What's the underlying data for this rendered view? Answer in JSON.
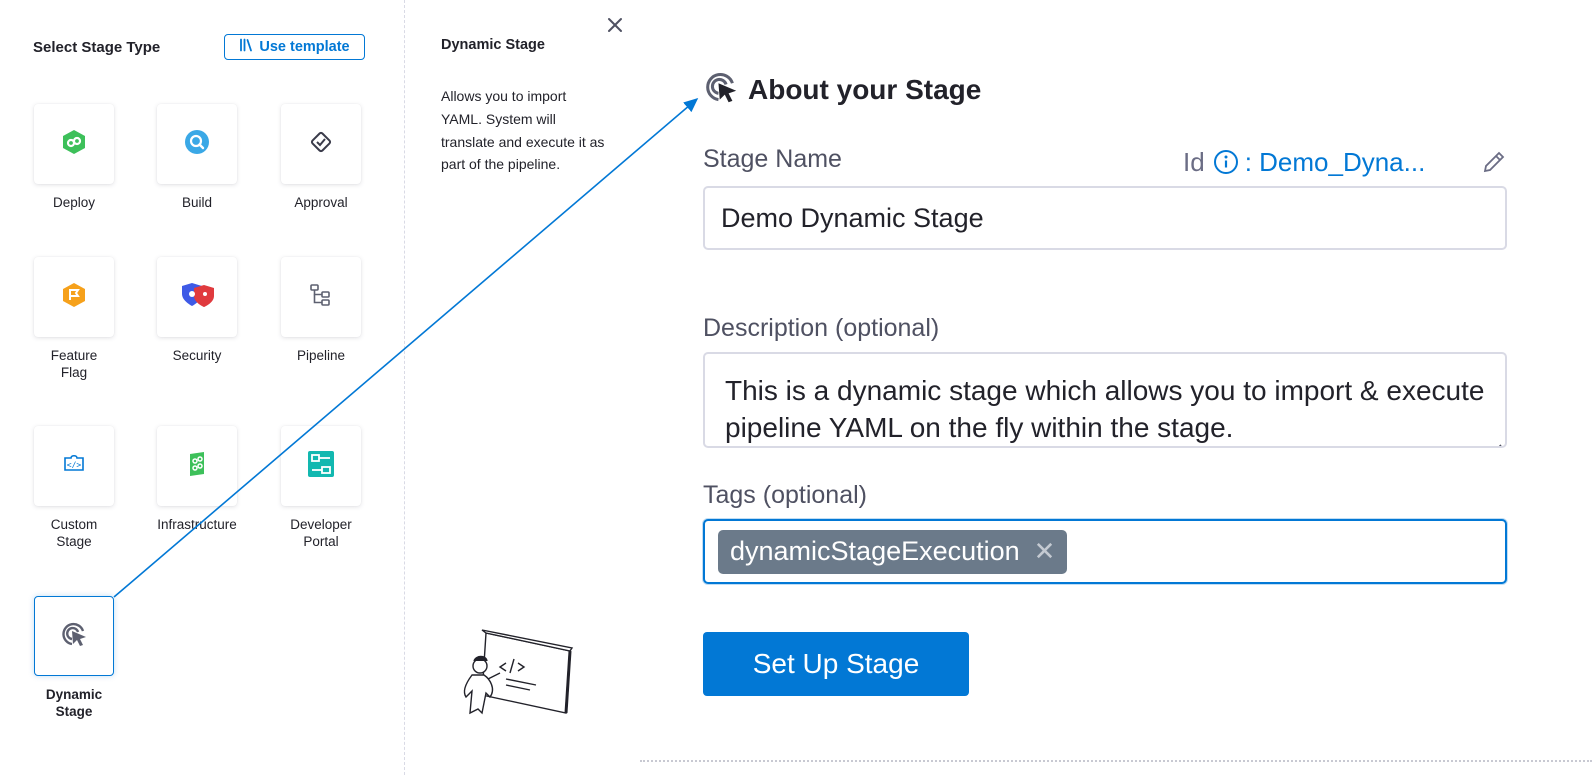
{
  "left_panel": {
    "title": "Select Stage Type",
    "use_template_label": "Use template",
    "stage_types": [
      {
        "label": "Deploy",
        "icon": "deploy-icon"
      },
      {
        "label": "Build",
        "icon": "build-icon"
      },
      {
        "label": "Approval",
        "icon": "approval-icon"
      },
      {
        "label": "Feature\nFlag",
        "icon": "feature-flag-icon"
      },
      {
        "label": "Security",
        "icon": "security-icon"
      },
      {
        "label": "Pipeline",
        "icon": "pipeline-icon"
      },
      {
        "label": "Custom\nStage",
        "icon": "custom-stage-icon"
      },
      {
        "label": "Infrastructure",
        "icon": "infrastructure-icon"
      },
      {
        "label": "Developer\nPortal",
        "icon": "developer-portal-icon"
      },
      {
        "label": "Dynamic\nStage",
        "icon": "dynamic-stage-icon",
        "selected": true
      }
    ]
  },
  "description_panel": {
    "title": "Dynamic Stage",
    "text": "Allows you to import YAML. System will translate and execute it as part of the pipeline."
  },
  "form": {
    "header": "About your Stage",
    "stage_name_label": "Stage Name",
    "id_label": "Id",
    "id_value": ": Demo_Dyna...",
    "stage_name_value": "Demo Dynamic Stage",
    "description_label": "Description (optional)",
    "description_value": "This is a dynamic stage which allows you to import & execute pipeline YAML on the fly within the stage.",
    "tags_label": "Tags (optional)",
    "tags": [
      "dynamicStageExecution"
    ],
    "submit_label": "Set Up Stage"
  },
  "colors": {
    "accent": "#0278d5",
    "tag_bg": "#6b7a8a",
    "text": "#22222a",
    "muted": "#4f5162"
  }
}
